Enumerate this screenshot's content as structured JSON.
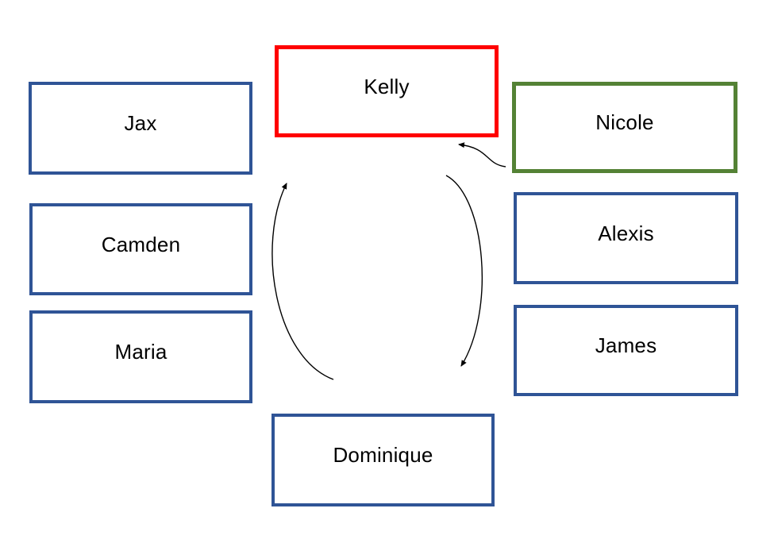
{
  "diagram": {
    "nodes": [
      {
        "id": "kelly",
        "label": "Kelly",
        "border_color": "#FF0000"
      },
      {
        "id": "nicole",
        "label": "Nicole",
        "border_color": "#548235"
      },
      {
        "id": "jax",
        "label": "Jax",
        "border_color": "#2F5496"
      },
      {
        "id": "camden",
        "label": "Camden",
        "border_color": "#2F5496"
      },
      {
        "id": "maria",
        "label": "Maria",
        "border_color": "#2F5496"
      },
      {
        "id": "alexis",
        "label": "Alexis",
        "border_color": "#2F5496"
      },
      {
        "id": "james",
        "label": "James",
        "border_color": "#2F5496"
      },
      {
        "id": "dominique",
        "label": "Dominique",
        "border_color": "#2F5496"
      }
    ],
    "arrows": [
      {
        "id": "cycle-left-up",
        "description": "curved arrow on left of center pointing up toward Kelly",
        "color": "#000000"
      },
      {
        "id": "cycle-right-down",
        "description": "curved arrow on right of center pointing down toward Dominique",
        "color": "#000000"
      },
      {
        "id": "nicole-to-kelly",
        "description": "small wavy arrow from Nicole pointing at Kelly box",
        "color": "#000000"
      }
    ],
    "colors": {
      "background": "#FFFFFF",
      "blue_border": "#2F5496",
      "red_border": "#FF0000",
      "green_border": "#548235",
      "arrow": "#000000",
      "text": "#000000"
    }
  }
}
